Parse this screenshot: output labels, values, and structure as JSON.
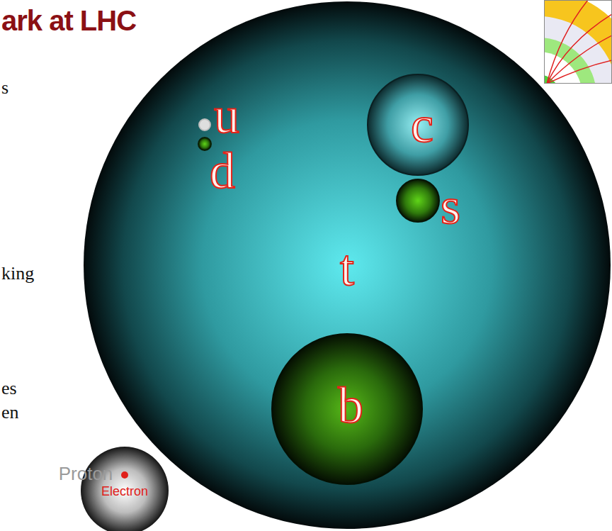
{
  "diagram": {
    "title": "ark at LHC",
    "nodes": [
      {
        "text": [
          "t"
        ]
      },
      {
        "text": [
          "u"
        ],
        "in": 0
      },
      {
        "text": [
          "d"
        ],
        "in": 0
      },
      {
        "text": [
          "c"
        ],
        "in": 0
      },
      {
        "text": [
          "s"
        ],
        "in": 0
      },
      {
        "text": [
          "b"
        ],
        "in": 0
      },
      {
        "text": [
          "Proton"
        ]
      },
      {
        "text": [
          "Electron"
        ],
        "in": 6
      }
    ],
    "labels": [
      "s",
      "king",
      "es",
      "en"
    ]
  }
}
